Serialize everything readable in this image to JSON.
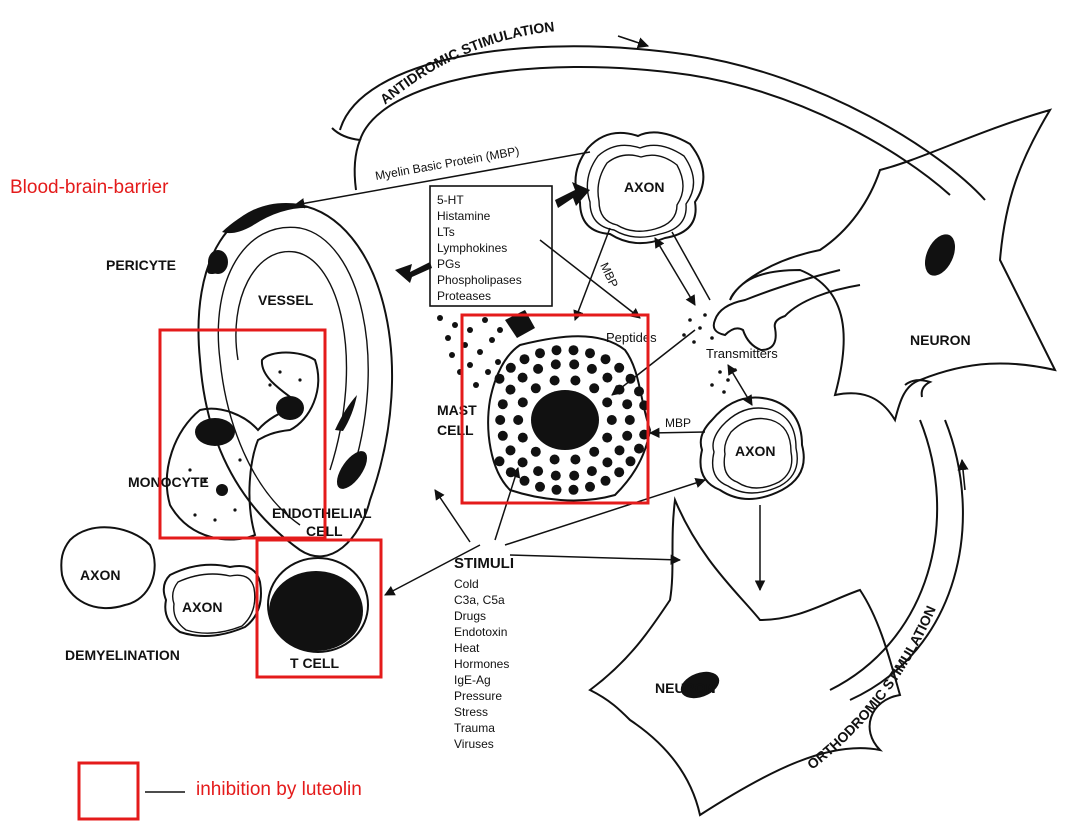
{
  "labels": {
    "antidromic": "ANTIDROMIC STIMULATION",
    "orthodromic": "ORTHODROMIC STIMULATION",
    "mbp_long": "Myelin Basic Protein (MBP)",
    "bbb": "Blood-brain-barrier",
    "pericyte": "PERICYTE",
    "vessel": "VESSEL",
    "monocyte": "MONOCYTE",
    "endothelial_1": "ENDOTHELIAL",
    "endothelial_2": "CELL",
    "mast_1": "MAST",
    "mast_2": "CELL",
    "axon_top": "AXON",
    "axon_right": "AXON",
    "axon_left1": "AXON",
    "axon_left2": "AXON",
    "demyelination": "DEMYELINATION",
    "tcell": "T CELL",
    "neuron_right": "NEURON",
    "neuron_bottom": "NEURON",
    "peptides": "Peptides",
    "transmitters": "Transmitters",
    "mbp_short1": "MBP",
    "mbp_short2": "MBP",
    "stimuli_title": "STIMULI"
  },
  "mediators": [
    "5-HT",
    "Histamine",
    "LTs",
    "Lymphokines",
    "PGs",
    "Phospholipases",
    "Proteases"
  ],
  "stimuli": [
    "Cold",
    "C3a, C5a",
    "Drugs",
    "Endotoxin",
    "Heat",
    "Hormones",
    "IgE-Ag",
    "Pressure",
    "Stress",
    "Trauma",
    "Viruses"
  ],
  "legend": {
    "text": "inhibition by luteolin"
  },
  "colors": {
    "highlight": "#e41b1b",
    "ink": "#111111"
  }
}
